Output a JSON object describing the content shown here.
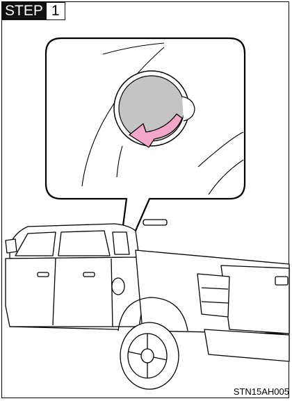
{
  "step": {
    "word": "STEP",
    "number": "1"
  },
  "figure_code": "STN15AH005",
  "colors": {
    "cap_fill": "#c4c4c4",
    "arrow_fill": "#f2a7c8",
    "line": "#000000"
  }
}
